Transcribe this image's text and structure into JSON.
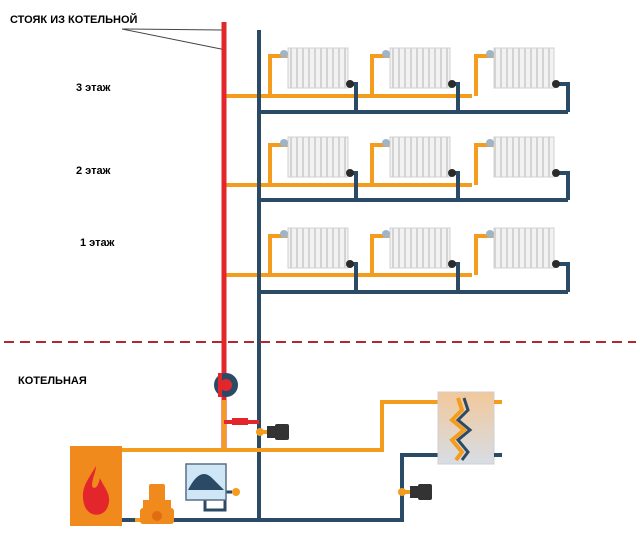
{
  "labels": {
    "riser": "СТОЯК ИЗ КОТЕЛЬНОЙ",
    "floor3": "3 этаж",
    "floor2": "2 этаж",
    "floor1": "1 этаж",
    "boiler_room": "КОТЕЛЬНАЯ"
  },
  "colors": {
    "supply": "#f39c1e",
    "return": "#2b4a66",
    "hot_riser": "#e3262b",
    "divider": "#b3282d",
    "boiler": "#f08a1c",
    "radiator": "#e8e8e8"
  }
}
